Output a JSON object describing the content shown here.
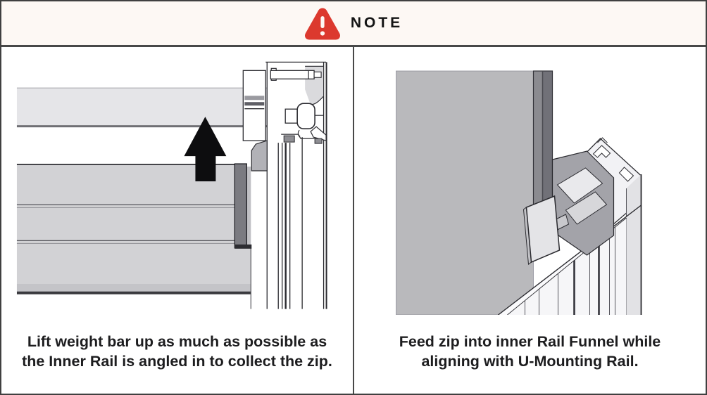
{
  "header": {
    "note_label": "NOTE",
    "warning_icon": "warning-triangle-icon"
  },
  "panels": {
    "left": {
      "caption": "Lift weight bar up as much as possible as the Inner Rail is angled in to collect the zip."
    },
    "right": {
      "caption": "Feed zip into inner Rail Funnel while aligning with U-Mounting Rail."
    }
  },
  "colors": {
    "accent_red": "#dc392e",
    "header_bg": "#fdf8f4",
    "frame_border": "#404040",
    "text": "#1d1d1f",
    "bar_light_gray": "#e5e5e8",
    "bar_mid_gray": "#d2d2d5",
    "bracket_dark_gray": "#7b7b81",
    "screen_gray": "#b9b9bc",
    "zip_dark_gray": "#717178",
    "line_ink": "#2b2b30"
  }
}
